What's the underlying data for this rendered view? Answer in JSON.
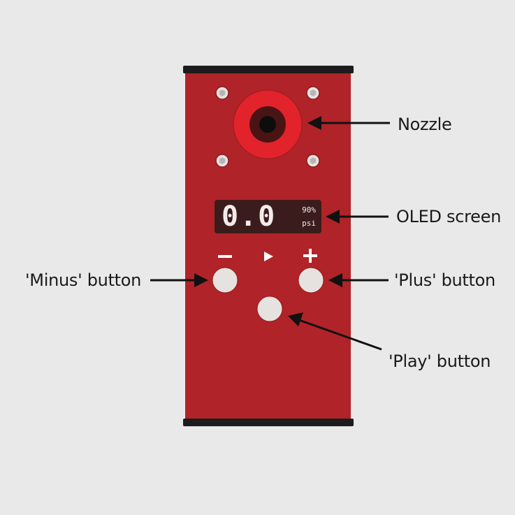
{
  "colors": {
    "background": "#e9e9e9",
    "body": "#b02328",
    "cap": "#1c1c1c",
    "nozzle_ring": "#e2232b",
    "nozzle_inner": "#4a1414",
    "button": "#e6e2e0",
    "oled_bg": "#3a1c1c",
    "arrow": "#111111"
  },
  "device": {
    "oled": {
      "value": "0.0",
      "percent": "90%",
      "unit": "psi"
    },
    "symbols": {
      "minus": "−",
      "play": "▶",
      "plus": "+"
    }
  },
  "labels": {
    "nozzle": "Nozzle",
    "oled": "OLED screen",
    "minus": "'Minus' button",
    "plus": "'Plus' button",
    "play": "'Play' button"
  }
}
